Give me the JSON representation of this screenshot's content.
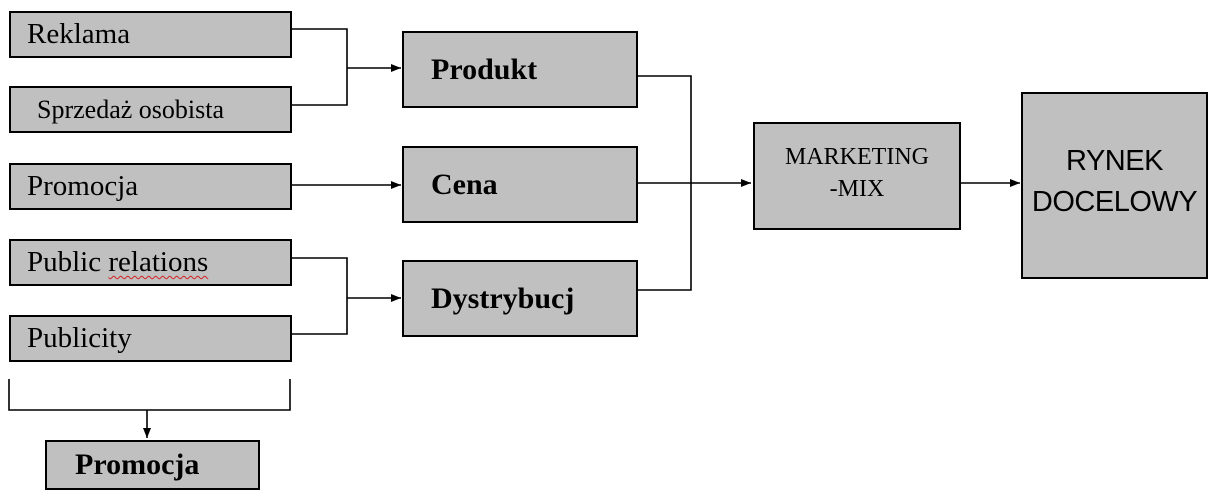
{
  "sources": [
    {
      "id": "reklama",
      "label": "Reklama"
    },
    {
      "id": "sprzedaz",
      "label": "Sprzedaż osobista"
    },
    {
      "id": "promocja",
      "label": "Promocja"
    },
    {
      "id": "public-relations",
      "label_a": "Public ",
      "label_b": "relations"
    },
    {
      "id": "publicity",
      "label": "Publicity"
    }
  ],
  "group_label": "Promocja",
  "elements": [
    {
      "id": "produkt",
      "label": "Produkt"
    },
    {
      "id": "cena",
      "label": "Cena"
    },
    {
      "id": "dystrybucja",
      "label": "Dystrybucj"
    }
  ],
  "mix": {
    "line1": "MARKETING",
    "line2": "-MIX"
  },
  "market": {
    "line1": "RYNEK",
    "line2": "DOCELOWY"
  },
  "colors": {
    "box_fill": "#c0c0c0",
    "line": "#000000",
    "spellcheck": "#d62020"
  }
}
